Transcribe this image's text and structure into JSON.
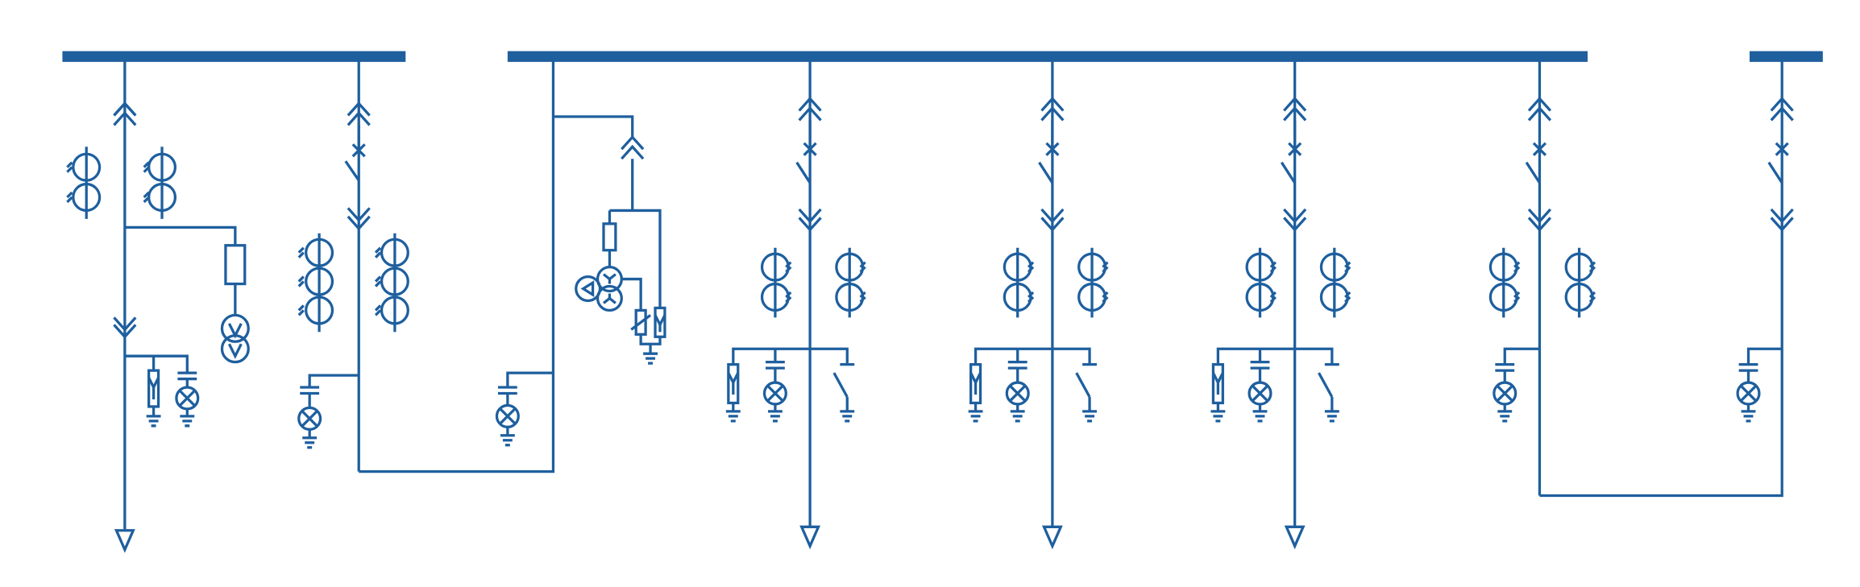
{
  "diagram": {
    "kind": "single-line switchgear diagram",
    "colors": {
      "line": "#1e5f9e",
      "busbar": "#1e5f9e",
      "background": "#ffffff"
    },
    "busbar_sections": 3,
    "feeders": [
      {
        "id": "incoming-feeder",
        "icons": [
          "plug-connector-icon",
          "current-transformer-icon",
          "fuse-icon",
          "voltage-transformer-icon",
          "surge-arrester-icon",
          "voltage-indicator-icon",
          "cable-outlet-arrow-icon"
        ]
      },
      {
        "id": "bus-section-feeder",
        "icons": [
          "plug-connector-icon",
          "circuit-breaker-icon",
          "disconnector-icon",
          "current-transformer-icon",
          "voltage-indicator-icon"
        ]
      },
      {
        "id": "riser-feeder",
        "icons": [
          "voltage-indicator-icon"
        ]
      },
      {
        "id": "metering-feeder",
        "icons": [
          "plug-connector-icon",
          "fuse-icon",
          "voltage-transformer-icon",
          "surge-arrester-icon",
          "ground-icon"
        ]
      },
      {
        "id": "outgoing-feeder-1",
        "icons": [
          "plug-connector-icon",
          "circuit-breaker-icon",
          "disconnector-icon",
          "current-transformer-icon",
          "surge-arrester-icon",
          "voltage-indicator-icon",
          "earthing-switch-icon",
          "cable-outlet-arrow-icon"
        ]
      },
      {
        "id": "outgoing-feeder-2",
        "icons": [
          "plug-connector-icon",
          "circuit-breaker-icon",
          "disconnector-icon",
          "current-transformer-icon",
          "surge-arrester-icon",
          "voltage-indicator-icon",
          "earthing-switch-icon",
          "cable-outlet-arrow-icon"
        ]
      },
      {
        "id": "outgoing-feeder-3",
        "icons": [
          "plug-connector-icon",
          "circuit-breaker-icon",
          "disconnector-icon",
          "current-transformer-icon",
          "surge-arrester-icon",
          "voltage-indicator-icon",
          "earthing-switch-icon",
          "cable-outlet-arrow-icon"
        ]
      },
      {
        "id": "bus-coupler-feeder",
        "icons": [
          "plug-connector-icon",
          "circuit-breaker-icon",
          "disconnector-icon",
          "current-transformer-icon",
          "voltage-indicator-icon"
        ]
      },
      {
        "id": "bus-coupler-riser",
        "icons": [
          "plug-connector-icon",
          "circuit-breaker-icon",
          "disconnector-icon",
          "voltage-indicator-icon"
        ]
      }
    ]
  }
}
